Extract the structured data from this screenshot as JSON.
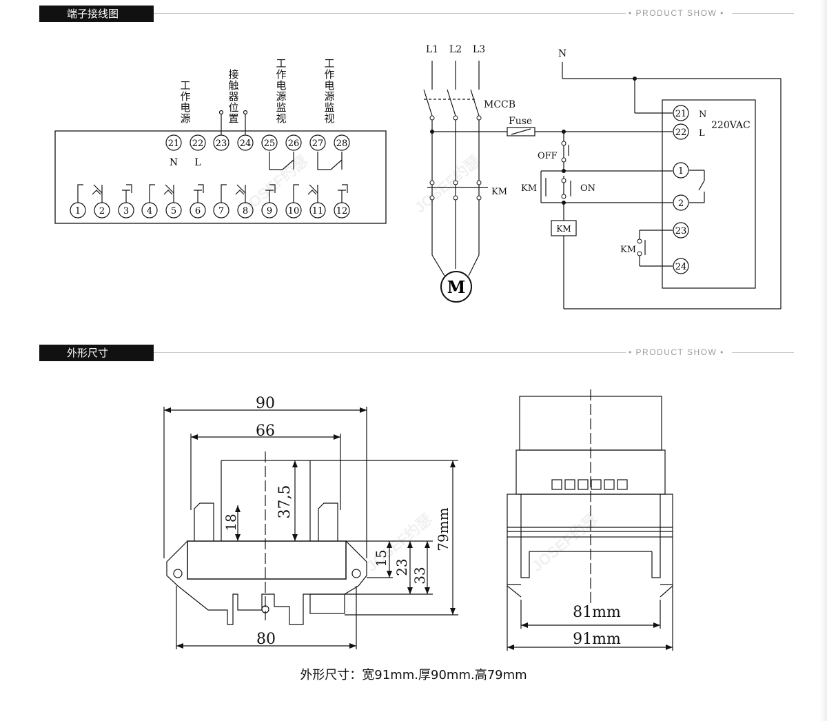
{
  "section1": {
    "title": "端子接线图",
    "show": "PRODUCT SHOW"
  },
  "section2": {
    "title": "外形尺寸",
    "show": "PRODUCT SHOW"
  },
  "terminal_block": {
    "labels_top": [
      {
        "chars": [
          "工",
          "作",
          "电",
          "源"
        ]
      },
      {
        "chars": [
          "接",
          "触",
          "器",
          "位",
          "置"
        ]
      },
      {
        "chars": [
          "工",
          "作",
          "电",
          "源",
          "监",
          "视"
        ]
      },
      {
        "chars": [
          "工",
          "作",
          "电",
          "源",
          "监",
          "视"
        ]
      }
    ],
    "top_terminals": [
      "21",
      "22",
      "23",
      "24",
      "25",
      "26",
      "27",
      "28"
    ],
    "n_label": "N",
    "l_label": "L",
    "bottom_terminals": [
      "1",
      "2",
      "3",
      "4",
      "5",
      "6",
      "7",
      "8",
      "9",
      "10",
      "11",
      "12"
    ]
  },
  "schematic": {
    "l1": "L1",
    "l2": "L2",
    "l3": "L3",
    "n": "N",
    "mccb": "MCCB",
    "fuse": "Fuse",
    "km": "KM",
    "off": "OFF",
    "on": "ON",
    "motor": "M",
    "voltage": "220VAC",
    "t21": "21",
    "t22": "22",
    "t1": "1",
    "t2": "2",
    "t23": "23",
    "t24": "24",
    "n_small": "N",
    "l_small": "L"
  },
  "watermark": "JOSEF约瑟",
  "dimensions": {
    "d90": "90",
    "d66": "66",
    "d37": "37,5",
    "d18": "18",
    "d15": "15",
    "d23": "23",
    "d33": "33",
    "d79": "79mm",
    "d80": "80",
    "d81": "81mm",
    "d91": "91mm"
  },
  "caption": "外形尺寸：宽91mm.厚90mm.高79mm"
}
